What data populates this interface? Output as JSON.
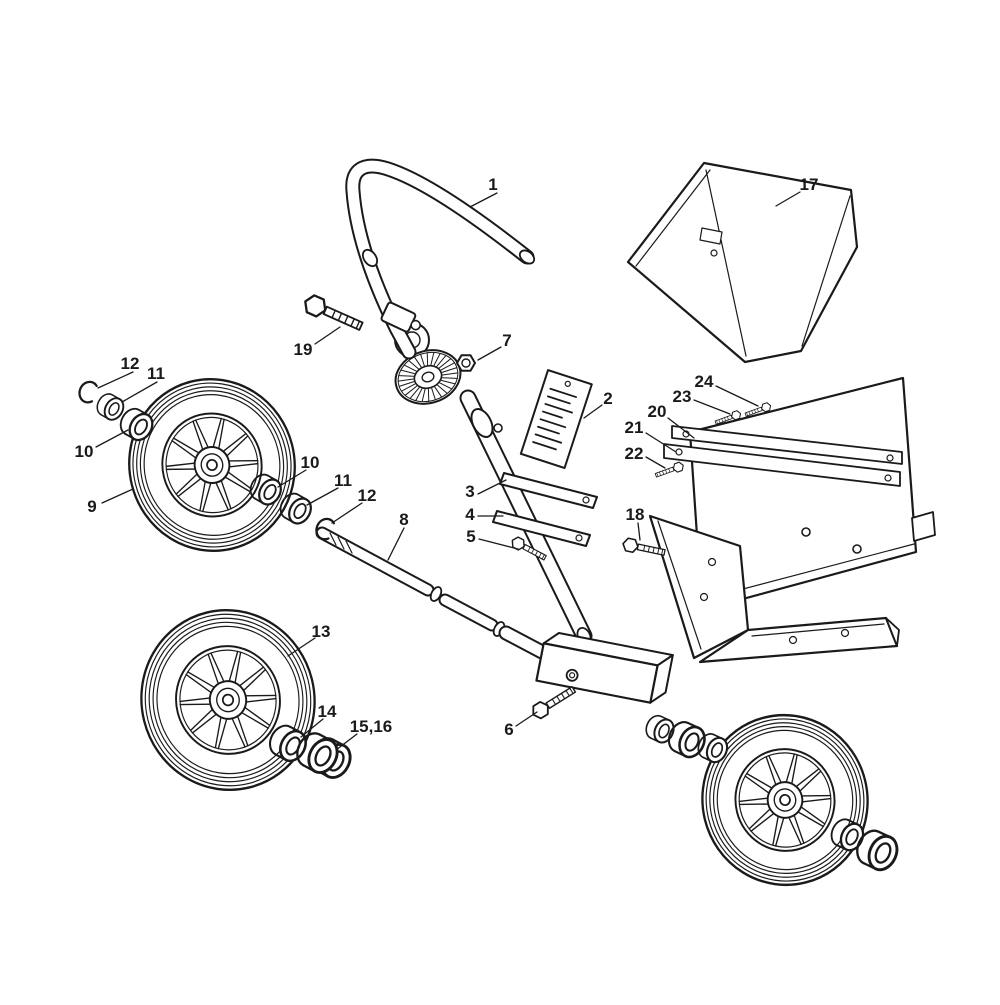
{
  "diagram": {
    "background": "#ffffff",
    "line_color": "#1a1a1a",
    "callouts": {
      "p1": "1",
      "p2": "2",
      "p3": "3",
      "p4": "4",
      "p5": "5",
      "p6": "6",
      "p7": "7",
      "p8": "8",
      "p9": "9",
      "p10a": "10",
      "p10b": "10",
      "p11a": "11",
      "p11b": "11",
      "p12a": "12",
      "p12b": "12",
      "p13": "13",
      "p14": "14",
      "p15_16": "15,16",
      "p17": "17",
      "p18": "18",
      "p19": "19",
      "p20": "20",
      "p21": "21",
      "p22": "22",
      "p23": "23",
      "p24": "24"
    }
  }
}
